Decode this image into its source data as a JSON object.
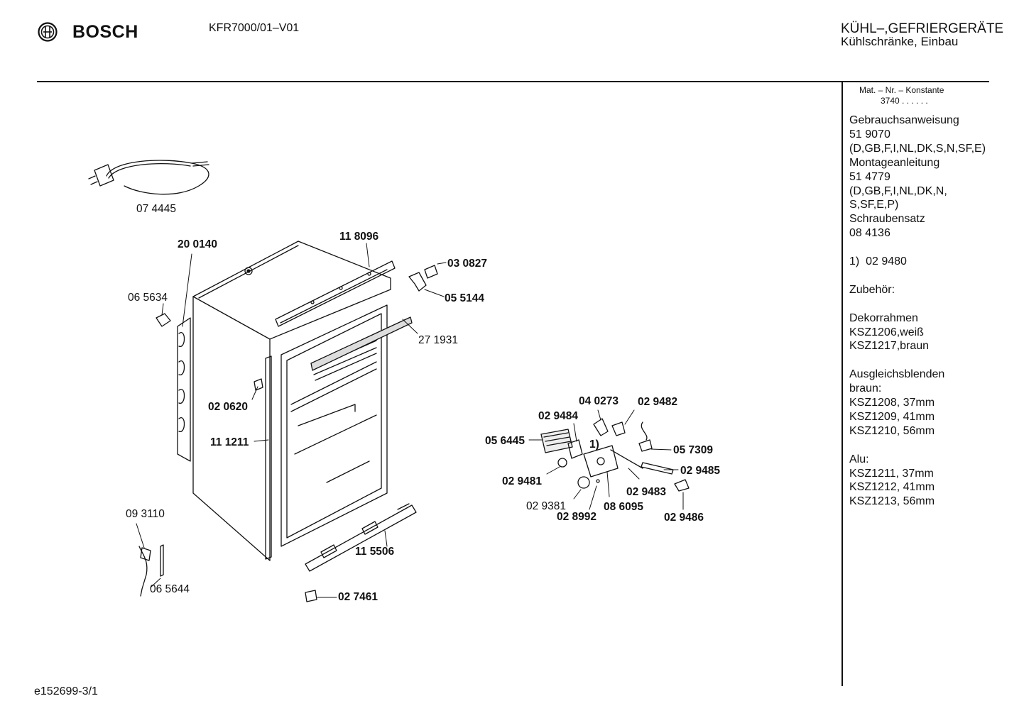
{
  "header": {
    "brand": "BOSCH",
    "model": "KFR7000/01–V01",
    "category_line1": "KÜHL–,GEFRIERGERÄTE",
    "category_line2": "Kühlschränke, Einbau"
  },
  "sidebar": {
    "mat_label": "Mat. – Nr. – Konstante",
    "mat_value": "3740 .  .  .  .  .  .",
    "lines": [
      "Gebrauchsanweisung",
      "51 9070",
      "(D,GB,F,I,NL,DK,S,N,SF,E)",
      "Montageanleitung",
      "51 4779",
      "(D,GB,F,I,NL,DK,N,",
      "S,SF,E,P)",
      "Schraubensatz",
      "08 4136",
      "",
      "1)  02 9480",
      "",
      "Zubehör:",
      "",
      "Dekorrahmen",
      "KSZ1206,weiß",
      "KSZ1217,braun",
      "",
      "Ausgleichsblenden",
      "braun:",
      "KSZ1208, 37mm",
      "KSZ1209, 41mm",
      "KSZ1210, 56mm",
      "",
      "Alu:",
      "KSZ1211, 37mm",
      "KSZ1212, 41mm",
      "KSZ1213, 56mm"
    ]
  },
  "footer": {
    "code": "e152699-3/1"
  },
  "parts": {
    "p074445": "07 4445",
    "p200140": "20 0140",
    "p118096": "11 8096",
    "p065634": "06 5634",
    "p030827": "03 0827",
    "p055144": "05 5144",
    "p271931": "27 1931",
    "p020620": "02 0620",
    "p111211": "11 1211",
    "p093110": "09 3110",
    "p065644": "06 5644",
    "p115506": "11 5506",
    "p027461": "02 7461",
    "p040273": "04 0273",
    "p029482": "02 9482",
    "p029484": "02 9484",
    "p056445": "05 6445",
    "p057309": "05 7309",
    "p_note1": "1)",
    "p029485": "02 9485",
    "p029481": "02 9481",
    "p029483": "02 9483",
    "p029381": "02 9381",
    "p086095": "08 6095",
    "p028992": "02 8992",
    "p029486": "02 9486"
  }
}
